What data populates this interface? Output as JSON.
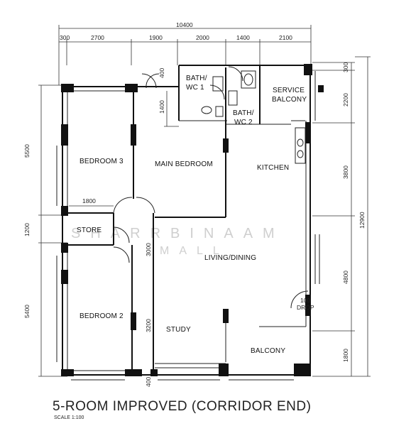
{
  "title": "5-ROOM IMPROVED (CORRIDOR END)",
  "scale": "SCALE 1:100",
  "watermark": {
    "line1": "SHARRBINAAM",
    "line2": "MALL"
  },
  "rooms": {
    "bedroom3": "BEDROOM 3",
    "main_bedroom": "MAIN BEDROOM",
    "kitchen": "KITCHEN",
    "service_balcony_1": "SERVICE",
    "service_balcony_2": "BALCONY",
    "bath1_1": "BATH/",
    "bath1_2": "WC 1",
    "bath2_1": "BATH/",
    "bath2_2": "WC 2",
    "store": "STORE",
    "living_dining": "LIVING/DINING",
    "bedroom2": "BEDROOM 2",
    "study": "STUDY",
    "balcony": "BALCONY",
    "drop_1": "100",
    "drop_2": "DROP"
  },
  "dimensions": {
    "overall_width": "10400",
    "top": [
      "300",
      "2700",
      "1900",
      "2000",
      "1400",
      "2100"
    ],
    "left": [
      "5500",
      "1200",
      "5400"
    ],
    "right": [
      "300",
      "2200",
      "3800",
      "4800",
      "1800"
    ],
    "right_overall": "12900",
    "bath_400": "400",
    "bath_1400": "1400",
    "store_1800": "1800",
    "living_3000": "3000",
    "study_3200": "3200",
    "bottom_400": "400"
  }
}
